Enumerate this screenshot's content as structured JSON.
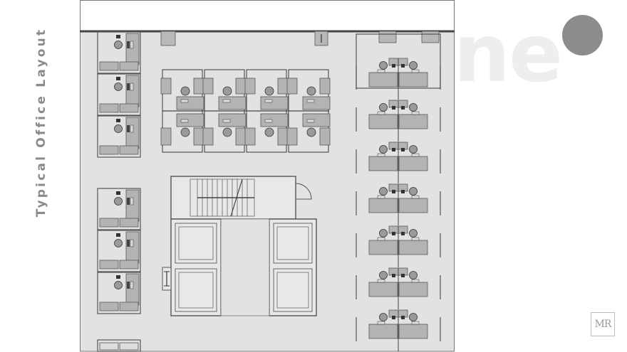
{
  "slide": {
    "title": "Typical Office Layout",
    "watermark_text": "ine",
    "logo_text": "MR",
    "accent_color": "#8c8c8c"
  },
  "floorplan": {
    "rooms": [
      {
        "name": "workstation-cluster-west-upper"
      },
      {
        "name": "workstation-cluster-west-lower"
      },
      {
        "name": "workstation-cluster-center"
      },
      {
        "name": "workstation-cluster-east"
      },
      {
        "name": "core-stair"
      },
      {
        "name": "core-elevators"
      }
    ]
  }
}
